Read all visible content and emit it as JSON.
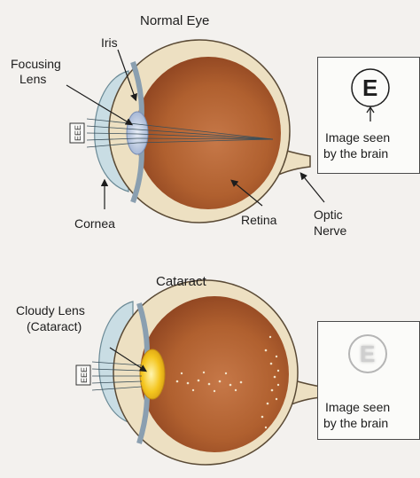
{
  "normal": {
    "title": "Normal Eye",
    "iris": "Iris",
    "focusing_lens_1": "Focusing",
    "focusing_lens_2": "Lens",
    "cornea": "Cornea",
    "retina": "Retina",
    "optic_1": "Optic",
    "optic_2": "Nerve",
    "letter": "E",
    "image_1": "Image seen",
    "image_2": "by the brain"
  },
  "cataract": {
    "title": "Cataract",
    "cloudy_1": "Cloudy Lens",
    "cloudy_2": "(Cataract)",
    "letter": "E",
    "image_1": "Image seen",
    "image_2": "by the brain"
  },
  "colors": {
    "eye_interior": "#b8673a",
    "eye_wall": "#ede0c2",
    "cornea": "#c9dde4",
    "cataract_lens": "#f2c21a",
    "background": "#f3f1ee"
  }
}
